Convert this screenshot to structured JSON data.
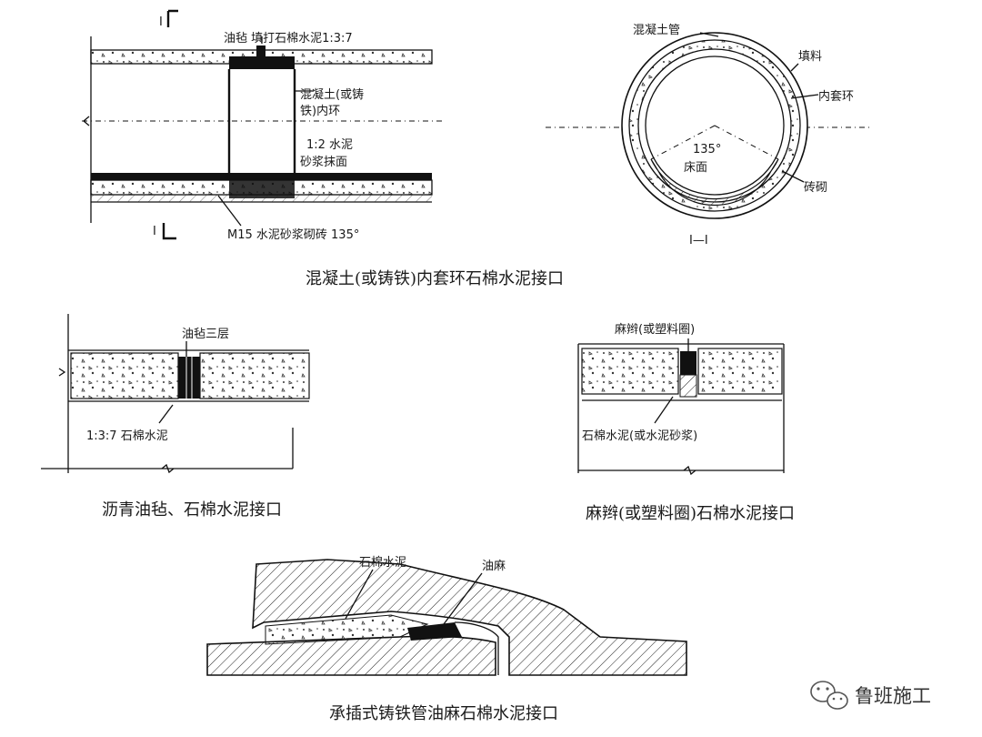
{
  "fig1": {
    "section_mark_top": "I",
    "section_mark_bottom": "I",
    "label_top": "油毡 填打石棉水泥1:3:7",
    "label_inner_ring_1": "混凝土(或铸",
    "label_inner_ring_2": "铁)内环",
    "label_mortar_1": "1:2 水泥",
    "label_mortar_2": "砂浆抹面",
    "label_bottom": "M15 水泥砂浆砌砖 135°",
    "caption": "混凝土(或铸铁)内套环石棉水泥接口"
  },
  "fig2": {
    "label_pipe": "混凝土管",
    "label_fill": "填料",
    "label_ring": "内套环",
    "label_angle": "135°",
    "label_bed": "床面",
    "label_brick": "砖砌",
    "section_label": "I—I"
  },
  "fig3": {
    "label_top": "油毡三层",
    "label_bottom": "1:3:7 石棉水泥",
    "caption": "沥青油毡、石棉水泥接口"
  },
  "fig4": {
    "label_top": "麻辫(或塑料圈)",
    "label_bottom": "石棉水泥(或水泥砂浆)",
    "caption": "麻辫(或塑料圈)石棉水泥接口"
  },
  "fig5": {
    "label_asbestos": "石棉水泥",
    "label_hemp": "油麻",
    "caption": "承插式铸铁管油麻石棉水泥接口"
  },
  "watermark": {
    "text": "鲁班施工",
    "icon": "wechat-icon"
  }
}
